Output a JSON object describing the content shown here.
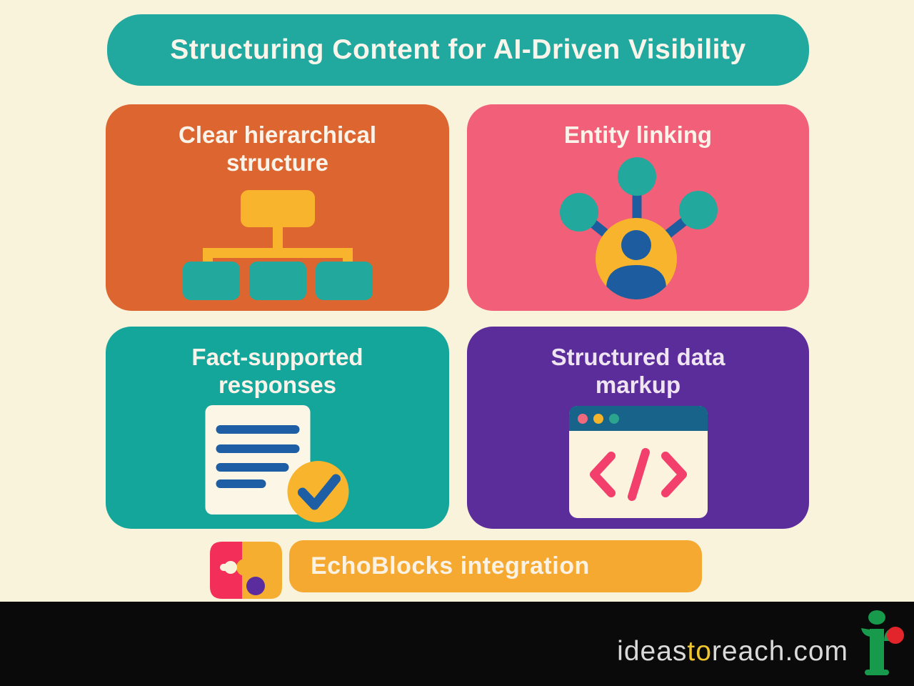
{
  "title": "Structuring Content for AI-Driven Visibility",
  "cards": [
    {
      "title": "Clear hierarchical structure",
      "icon": "org-chart-icon",
      "bg": "#DD6530"
    },
    {
      "title": "Entity linking",
      "icon": "entity-network-icon",
      "bg": "#F25F78"
    },
    {
      "title": "Fact-supported responses",
      "icon": "document-check-icon",
      "bg": "#14A69B"
    },
    {
      "title": "Structured data markup",
      "icon": "code-window-icon",
      "bg": "#5B2D9A"
    }
  ],
  "banner": {
    "label": "EchoBlocks integration",
    "icon": "puzzle-icon",
    "bg": "#F6A931"
  },
  "footer": {
    "domain_ideas": "ideas",
    "domain_to": "to",
    "domain_reach": "reach.com",
    "logo": "ideastoreach-logo"
  },
  "colors": {
    "background": "#FAF3DC",
    "title_bar": "#21A89F",
    "card_orange": "#DD6530",
    "card_pink": "#F25F78",
    "card_teal": "#14A69B",
    "card_purple": "#5B2D9A",
    "accent_amber": "#F7B42C",
    "accent_blue": "#1D5C9E",
    "accent_teal": "#22A89C",
    "code_pink": "#F23F6B",
    "browser_header_blue": "#186389",
    "banner_amber": "#F6A931",
    "puzzle_pink": "#F22E59",
    "puzzle_purple": "#5B2C9E",
    "footer_black": "#0A0A0A",
    "footer_text": "#D9D9D9",
    "footer_to_yellow": "#EFC62E",
    "logo_green": "#189A4D",
    "logo_red": "#E1252B"
  }
}
